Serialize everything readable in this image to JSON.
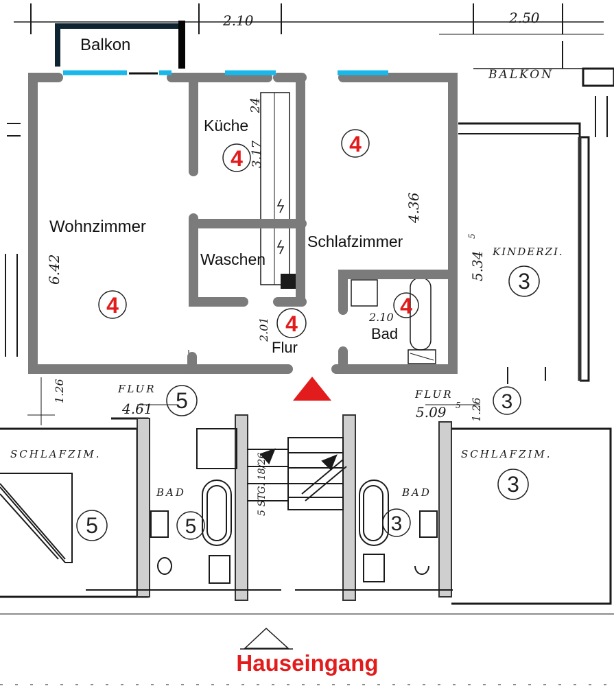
{
  "title": "Hauseingang",
  "dimensions": {
    "top_left": "2.10",
    "top_right": "2.50",
    "kueche_height": "3.17",
    "kueche_side": "24",
    "wohn_height": "6.42",
    "schlaf_height": "4.36",
    "kinder_height": "5.34",
    "kinder_height_sup": "5",
    "flur_left_width": "4.61",
    "flur_right_width": "5.09",
    "flur_right_sup": "5",
    "left_edge": "1.26",
    "right_step": "1.26",
    "flur_small": "2.01",
    "bad_width": "2.10",
    "stair": "5 STG. 18/26"
  },
  "rooms": {
    "balkon": "Balkon",
    "kueche": "Küche",
    "wohnzimmer": "Wohnzimmer",
    "waschen": "Waschen",
    "schlafzimmer": "Schlafzimmer",
    "flur": "Flur",
    "bad": "Bad"
  },
  "old_labels": {
    "balkon": "BALKON",
    "kinderzi": "KINDERZI.",
    "flur_left": "FLUR",
    "flur_right": "FLUR",
    "schlafzim_left": "SCHLAFZIM.",
    "schlafzim_right": "SCHLAFZIM.",
    "bad_left": "BAD",
    "bad_right": "BAD"
  },
  "badges": {
    "kueche": "4",
    "schlaf": "4",
    "wohn": "4",
    "flur": "4",
    "bad": "4",
    "kinder": "3",
    "flur_left": "5",
    "flur_right": "3",
    "schlafzim_left": "5",
    "bad_left": "5",
    "bad_right": "3",
    "schlafzim_right": "3"
  },
  "colors": {
    "wall": "#7b7b7b",
    "window": "#19b8ea",
    "badge_red": "#e21c1c",
    "balkon_outline": "#0e2430"
  }
}
